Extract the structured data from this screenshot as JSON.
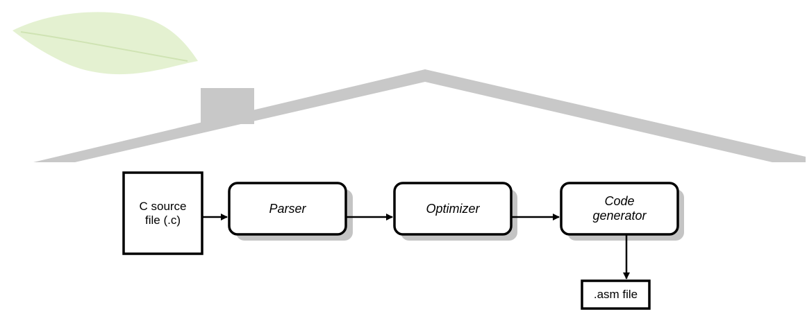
{
  "diagram": {
    "nodes": {
      "source": {
        "label": "C source\nfile (.c)"
      },
      "parser": {
        "label": "Parser"
      },
      "optimizer": {
        "label": "Optimizer"
      },
      "codegen": {
        "label": "Code\ngenerator"
      },
      "asm": {
        "label": ".asm file"
      }
    },
    "edges": [
      {
        "from": "source",
        "to": "parser"
      },
      {
        "from": "parser",
        "to": "optimizer"
      },
      {
        "from": "optimizer",
        "to": "codegen"
      },
      {
        "from": "codegen",
        "to": "asm"
      }
    ],
    "colors": {
      "roof": "#c8c8c8",
      "leaf": "#d9ecc2",
      "shadow": "#c4c4c4",
      "stroke": "#000000"
    }
  }
}
